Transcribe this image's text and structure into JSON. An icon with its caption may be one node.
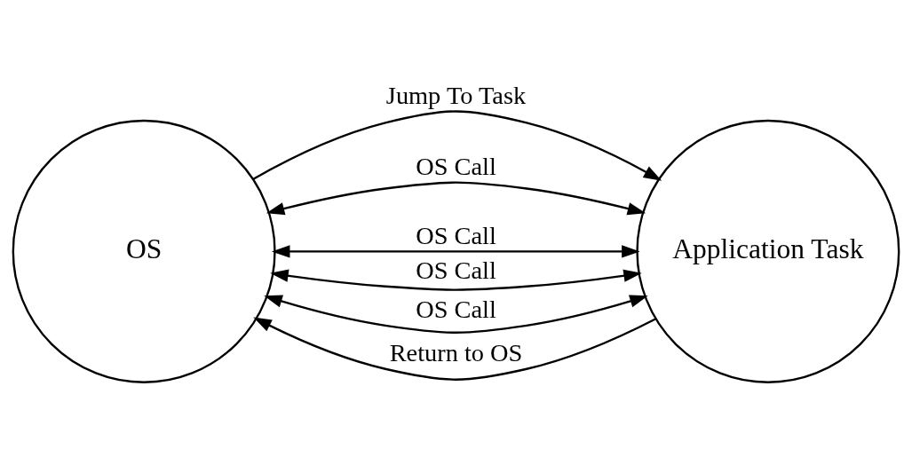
{
  "diagram": {
    "nodes": [
      {
        "text": [
          "OS"
        ]
      },
      {
        "text": [
          "Application Task"
        ]
      }
    ],
    "edges": [
      {
        "from": 0,
        "to": 1,
        "arrow": "to",
        "label": "Jump To Task"
      },
      {
        "from": 0,
        "to": 1,
        "arrow": "both",
        "label": "OS Call"
      },
      {
        "from": 0,
        "to": 1,
        "arrow": "both",
        "label": "OS Call"
      },
      {
        "from": 0,
        "to": 1,
        "arrow": "both",
        "label": "OS Call"
      },
      {
        "from": 0,
        "to": 1,
        "arrow": "both",
        "label": "OS Call"
      },
      {
        "from": 1,
        "to": 0,
        "arrow": "to",
        "label": "Return to OS"
      }
    ]
  }
}
